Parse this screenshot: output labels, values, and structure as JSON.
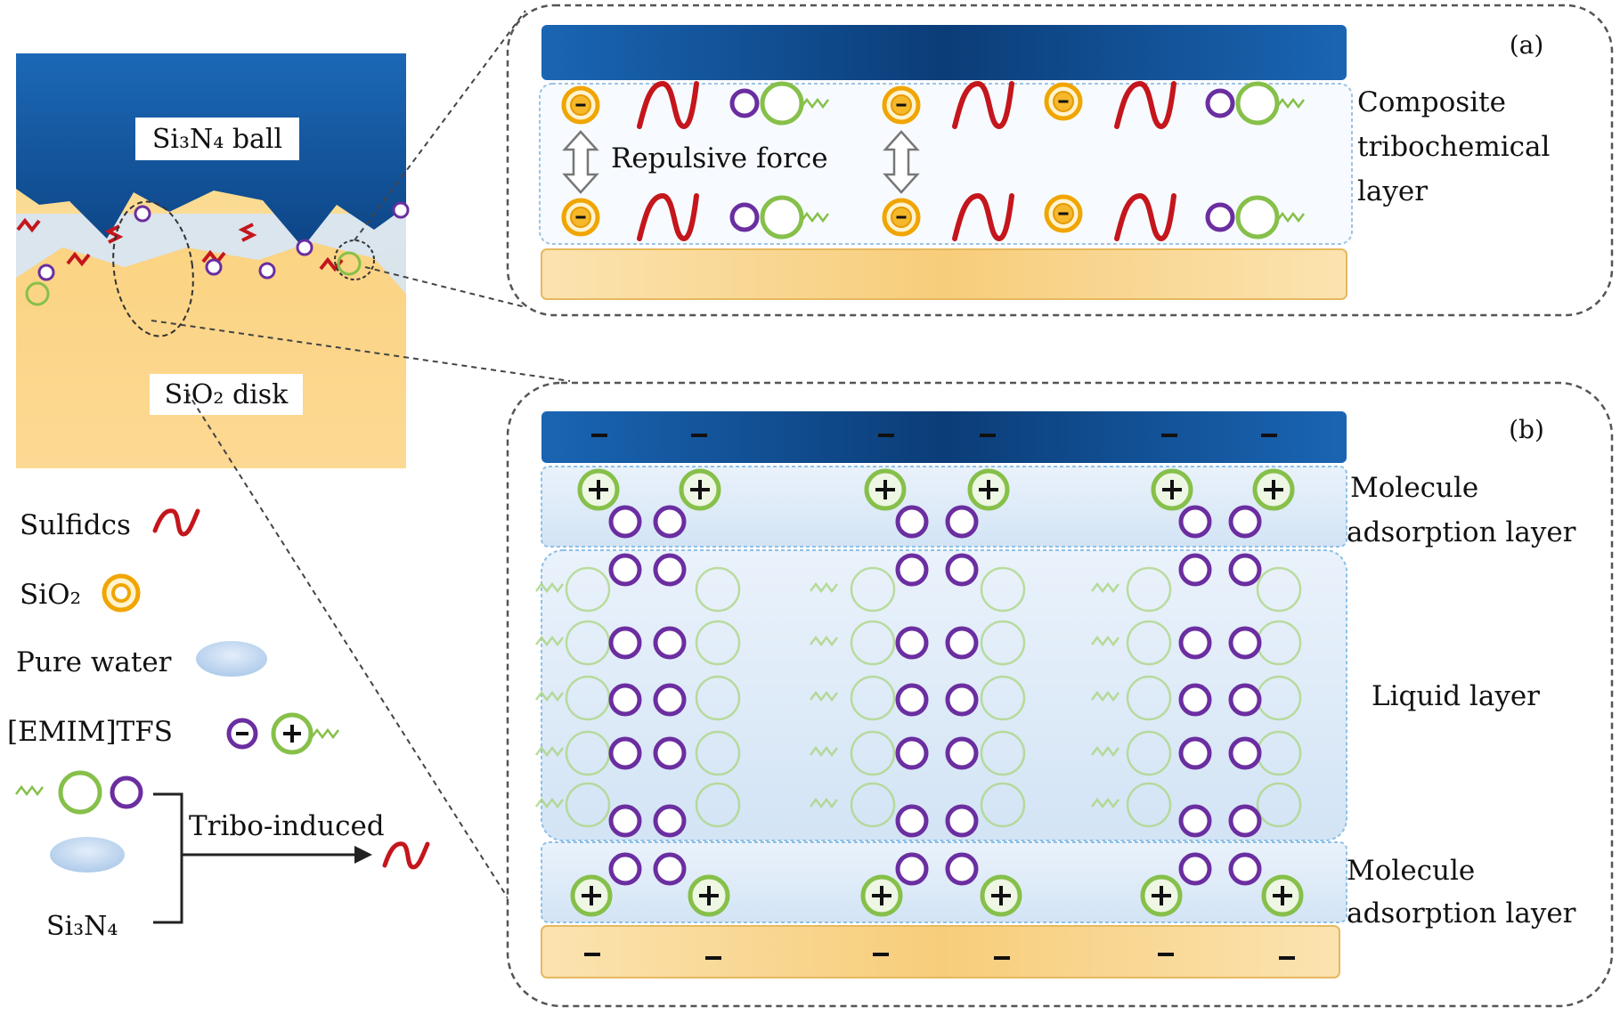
{
  "contact": {
    "ball_label": "Si₃N₄  ball",
    "disk_label": "SiO₂  disk"
  },
  "legend": {
    "sulfides": "Sulfidcs",
    "sio2": "SiO₂",
    "water": "Pure water",
    "il": "[EMIM]TFS",
    "si3n4": "Si₃N₄",
    "tribo": "Tribo-induced"
  },
  "panel_a": {
    "tag": "(a)",
    "force_label": "Repulsive force",
    "layer_line1": "Composite",
    "layer_line2": "tribochemical",
    "layer_line3": "layer"
  },
  "panel_b": {
    "tag": "(b)",
    "top_layer_line1": "Molecule",
    "top_layer_line2": "adsorption layer",
    "liquid_layer": "Liquid layer",
    "bottom_layer_line1": "Molecule",
    "bottom_layer_line2": "adsorption layer"
  },
  "colors": {
    "ball_blue": "#1a5fa8",
    "disk_yellow": "#f7cd7a",
    "anion_purple": "#6b2ea0",
    "cation_green": "#86c04a",
    "sio2_orange": "#f0a500",
    "sulfide_red": "#c4161c"
  }
}
